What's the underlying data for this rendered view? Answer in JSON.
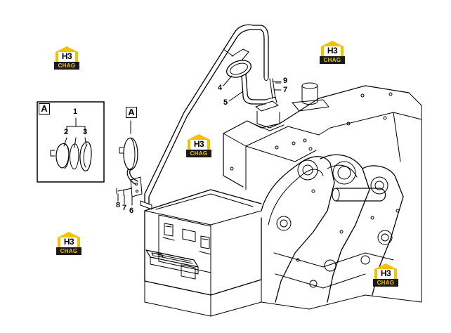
{
  "callouts": {
    "c1": "1",
    "c2": "2",
    "c3": "3",
    "c4": "4",
    "c5": "5",
    "c6": "6",
    "c7a": "7",
    "c7b": "7",
    "c8": "8",
    "c9": "9"
  },
  "view_tags": {
    "detail_box": "A",
    "main_view": "A"
  },
  "watermark": {
    "mark": "H3",
    "word": "CHAG"
  },
  "colors": {
    "line": "#000000",
    "logo_yellow": "#f2c200",
    "logo_dark": "#1a1a1a",
    "background": "#ffffff"
  }
}
